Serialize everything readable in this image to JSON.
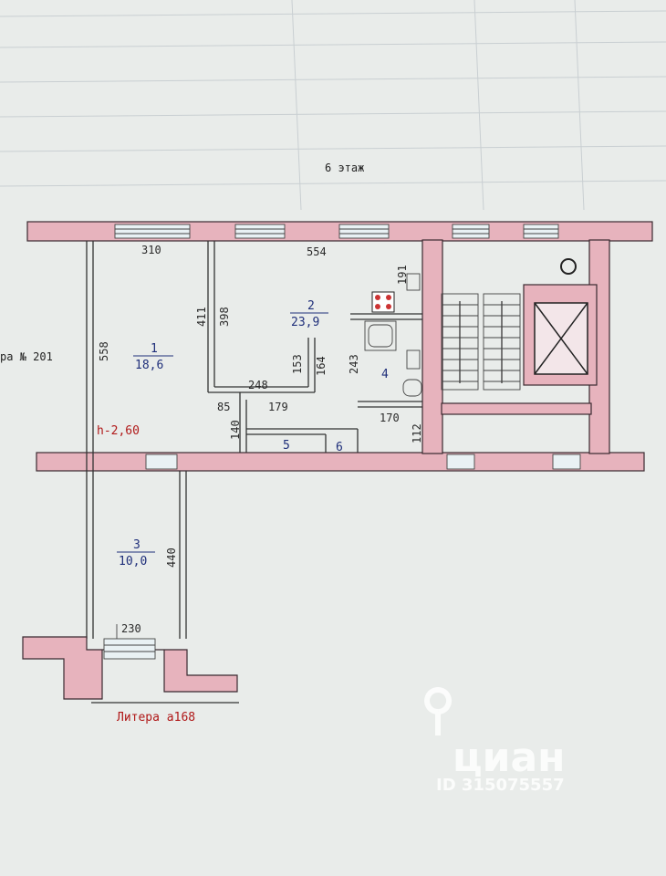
{
  "floor_label": "6 этаж",
  "ceiling_height": "h-2,60",
  "neighbor_label": "ра № 201",
  "litera_label": "Литера а168",
  "rooms": [
    {
      "number": "1",
      "area": "18,6"
    },
    {
      "number": "2",
      "area": "23,9"
    },
    {
      "number": "3",
      "area": "10,0"
    },
    {
      "number": "4"
    },
    {
      "number": "5"
    },
    {
      "number": "6"
    }
  ],
  "dimensions": [
    "310",
    "554",
    "191",
    "411",
    "398",
    "558",
    "243",
    "153",
    "164",
    "248",
    "179",
    "85",
    "140",
    "170",
    "112",
    "440",
    "230"
  ],
  "watermark": {
    "brand": "циан",
    "id": "ID 315075557"
  }
}
